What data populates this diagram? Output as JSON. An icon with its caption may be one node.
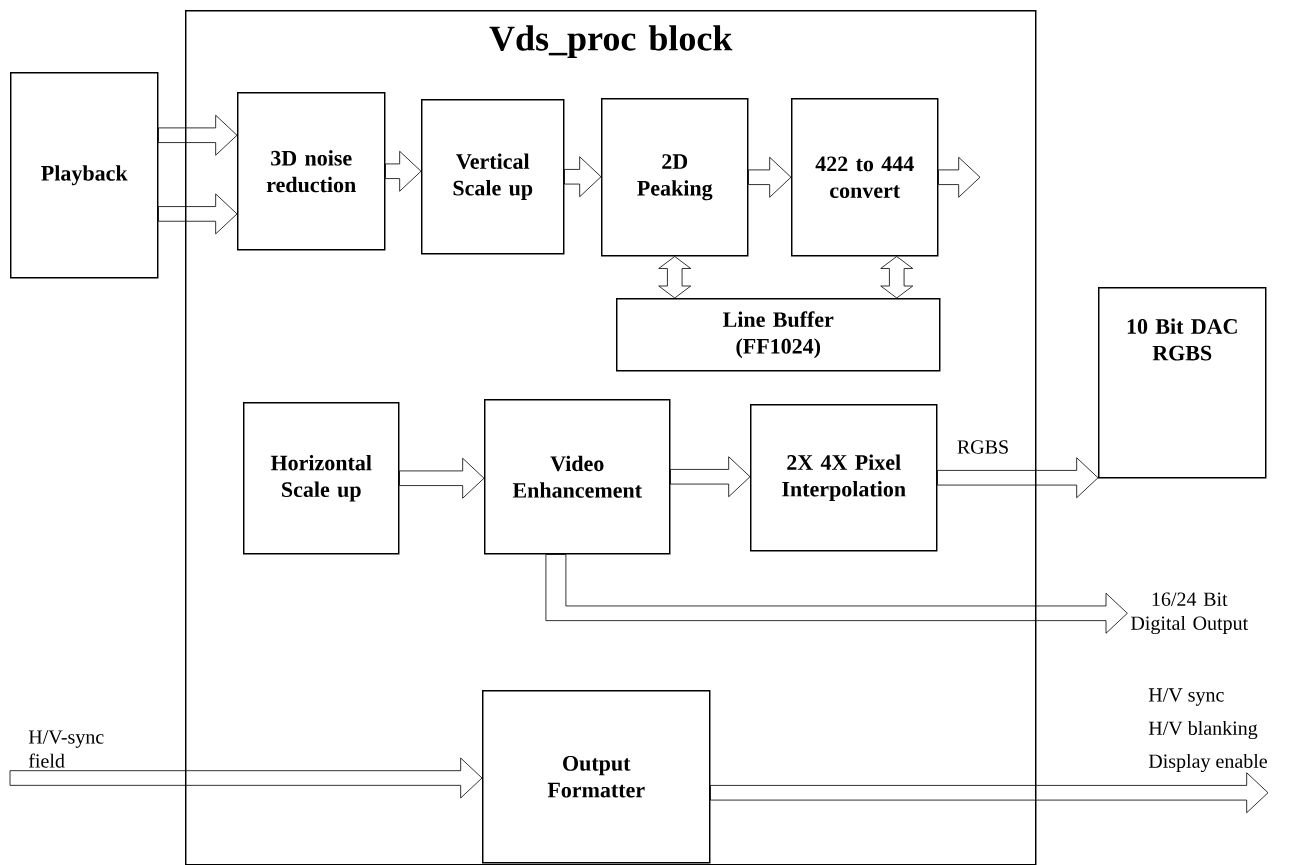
{
  "diagram": {
    "nodes": [
      {
        "text": [
          "Vds_proc block"
        ]
      },
      {
        "text": [
          "Playback"
        ]
      },
      {
        "text": [
          "3D noise reduction"
        ],
        "in": 0
      },
      {
        "text": [
          "Vertical Scale up"
        ],
        "in": 0
      },
      {
        "text": [
          "2D Peaking"
        ],
        "in": 0
      },
      {
        "text": [
          "422 to 444 convert"
        ],
        "in": 0
      },
      {
        "text": [
          "Line Buffer (FF1024)"
        ],
        "in": 0
      },
      {
        "text": [
          "10 Bit DAC RGBS"
        ]
      },
      {
        "text": [
          "Horizontal Scale up"
        ],
        "in": 0
      },
      {
        "text": [
          "Video Enhancement"
        ],
        "in": 0
      },
      {
        "text": [
          "2X 4X Pixel Interpolation"
        ],
        "in": 0
      },
      {
        "text": [
          "Output Formatter"
        ],
        "in": 0
      },
      {
        "text": [
          "16/24 Bit Digital Output"
        ]
      }
    ],
    "edges": [
      {
        "from": 1,
        "to": 2,
        "arrow": "to"
      },
      {
        "from": 1,
        "to": 2,
        "arrow": "to"
      },
      {
        "from": 2,
        "to": 3,
        "arrow": "to"
      },
      {
        "from": 3,
        "to": 4,
        "arrow": "to"
      },
      {
        "from": 4,
        "to": 5,
        "arrow": "to"
      },
      {
        "from": 5,
        "to": null,
        "arrow": "to"
      },
      {
        "from": 4,
        "to": 6,
        "arrow": "both"
      },
      {
        "from": 5,
        "to": 6,
        "arrow": "both"
      },
      {
        "from": 8,
        "to": 9,
        "arrow": "to"
      },
      {
        "from": 9,
        "to": 10,
        "arrow": "to"
      },
      {
        "from": 10,
        "to": 7,
        "arrow": "to",
        "label": "RGBS"
      },
      {
        "from": 9,
        "to": 12,
        "arrow": "to"
      },
      {
        "from": null,
        "to": 11,
        "arrow": "to"
      },
      {
        "from": 11,
        "to": null,
        "arrow": "to"
      }
    ],
    "labels": [
      "H/V-sync field",
      "H/V sync",
      "H/V blanking",
      "Display enable"
    ]
  }
}
